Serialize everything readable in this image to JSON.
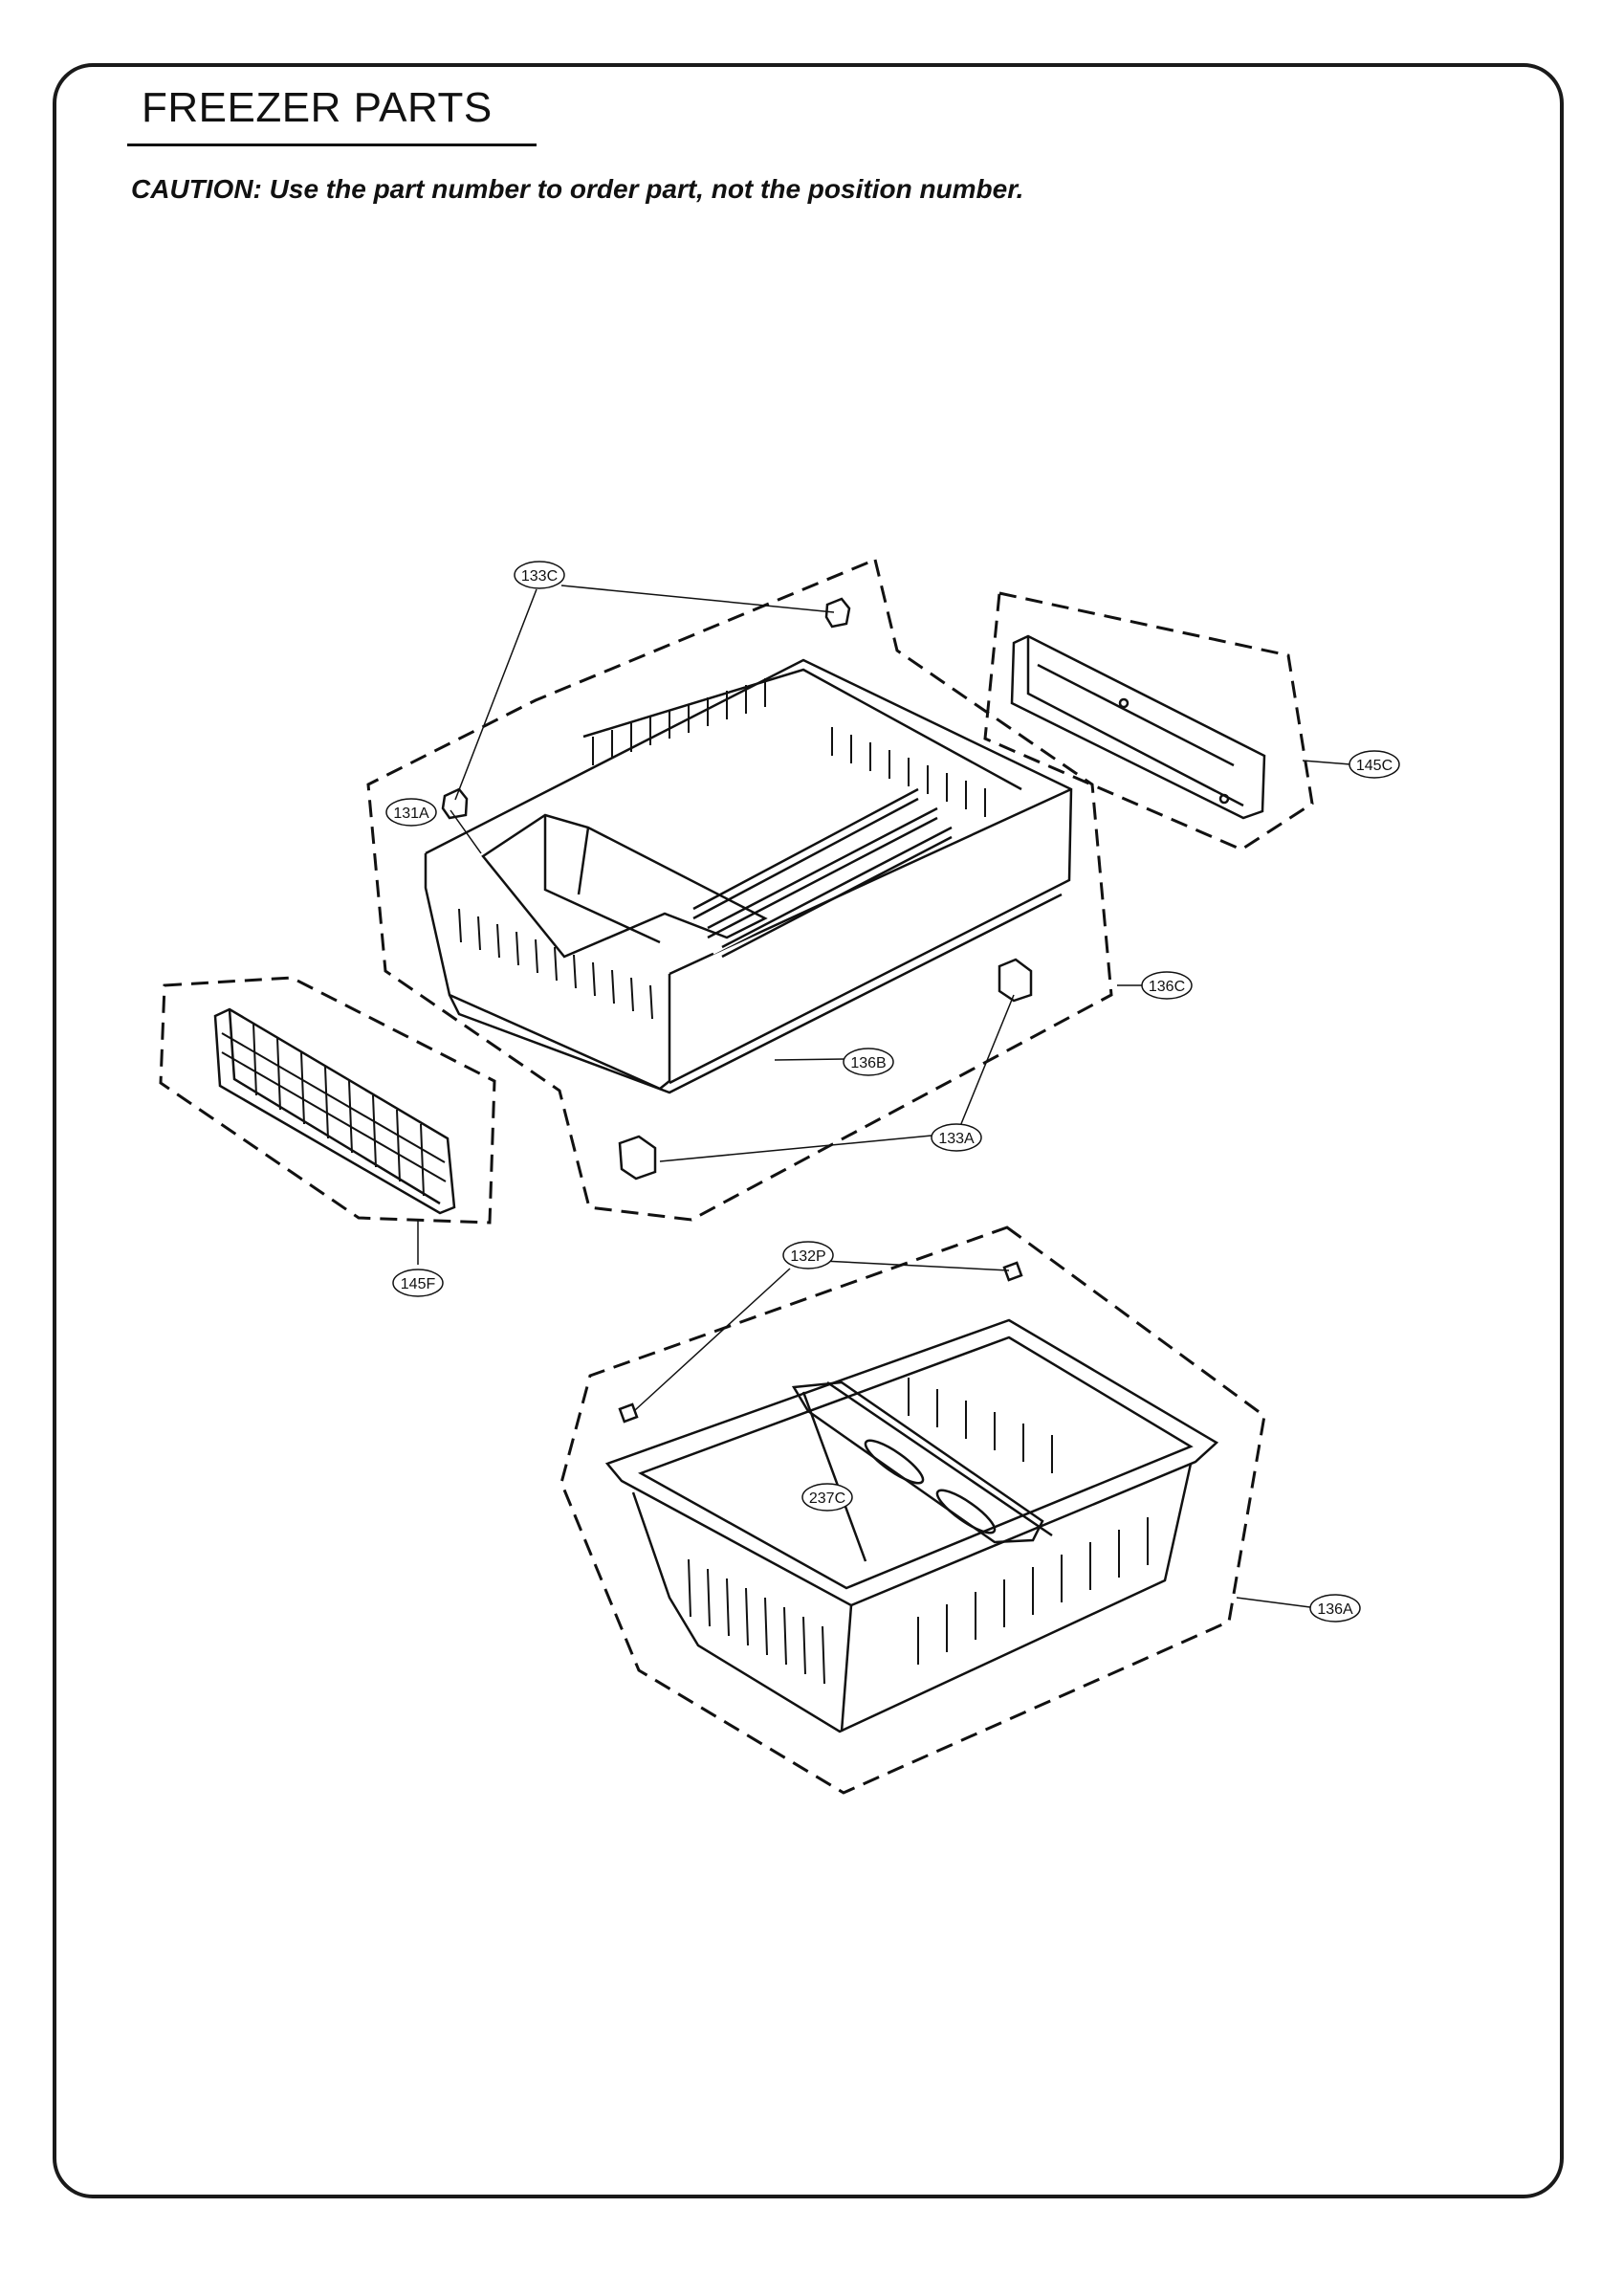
{
  "header": {
    "title": "FREEZER PARTS",
    "caution": "CAUTION: Use the part number to order part, not the position number."
  },
  "callouts": {
    "c133C": "133C",
    "c131A": "131A",
    "c145C": "145C",
    "c136C": "136C",
    "c136B": "136B",
    "c133A": "133A",
    "c145F": "145F",
    "c132P": "132P",
    "c237C": "237C",
    "c136A": "136A"
  }
}
